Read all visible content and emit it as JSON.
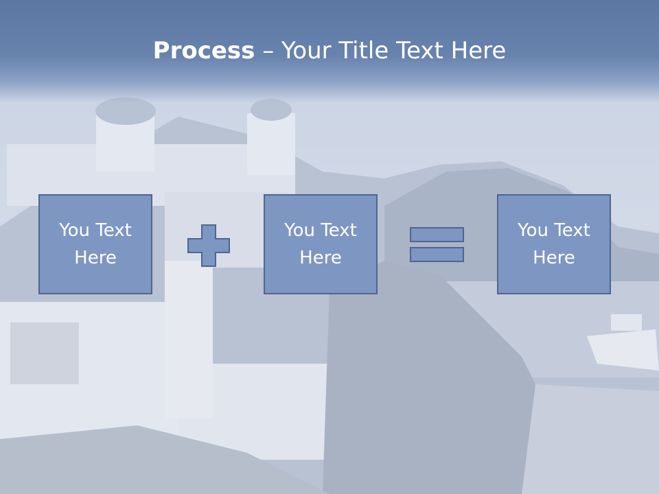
{
  "slide": {
    "title_bold": "Process",
    "title_separator": " – ",
    "title_rest": "Your Title Text Here"
  },
  "process": {
    "boxes": [
      {
        "label": "You Text\nHere"
      },
      {
        "label": "You Text\nHere"
      },
      {
        "label": "You Text\nHere"
      }
    ],
    "operators": [
      "plus-icon",
      "equals-icon"
    ]
  },
  "colors": {
    "header": "#6883ae",
    "box_fill": "#7e96c2",
    "box_border": "#4e6591",
    "text": "#ffffff"
  }
}
